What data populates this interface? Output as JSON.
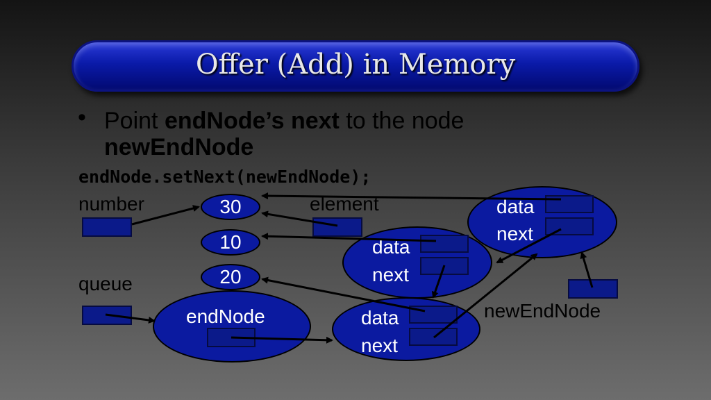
{
  "title": "Offer (Add) in Memory",
  "bullet": {
    "text_1": "Point ",
    "bold_1": "endNode’s next",
    "text_2": " to the node",
    "bold_2": "newEndNode"
  },
  "code": "endNode.setNext(newEndNode);",
  "labels": {
    "number": "number",
    "element": "element",
    "queue": "queue",
    "end_node": "endNode",
    "new_end_node": "newEndNode"
  },
  "values": {
    "v1": "30",
    "v2": "10",
    "v3": "20"
  },
  "node_fields": {
    "data": "data",
    "next": "next"
  },
  "colors": {
    "node_fill": "#0b1aa0",
    "box_fill": "#0b1a8a",
    "title_bar": "#0a1aa8"
  }
}
